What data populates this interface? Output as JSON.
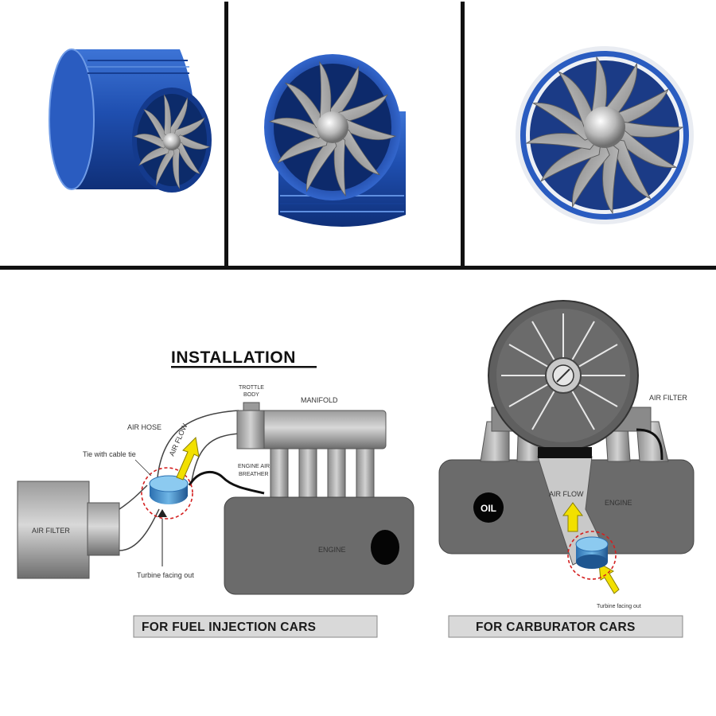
{
  "diagram": {
    "title": "INSTALLATION",
    "fuel_injection": {
      "banner": "FOR FUEL INJECTION CARS",
      "air_filter": "AIR FILTER",
      "air_hose": "AIR HOSE",
      "tie_note": "Tie with cable tie",
      "air_flow": "AIR FLOW",
      "throttle_body_line1": "TROTTLE",
      "throttle_body_line2": "BODY",
      "manifold": "MANIFOLD",
      "breather_line1": "ENGINE AIR",
      "breather_line2": "BREATHER",
      "engine": "ENGINE",
      "turbine_note": "Turbine facing out"
    },
    "carburator": {
      "banner": "FOR CARBURATOR CARS",
      "air_filter": "AIR FILTER",
      "oil": "OIL",
      "air_flow": "AIR FLOW",
      "engine": "ENGINE",
      "turbine_note": "Turbine facing out"
    }
  },
  "colors": {
    "device_blue": "#1f4fb0",
    "blade_gray": "#9a9a9a",
    "engine_gray": "#6b6b6b",
    "arrow_yellow": "#f2e000",
    "highlight_red": "#d42020"
  }
}
